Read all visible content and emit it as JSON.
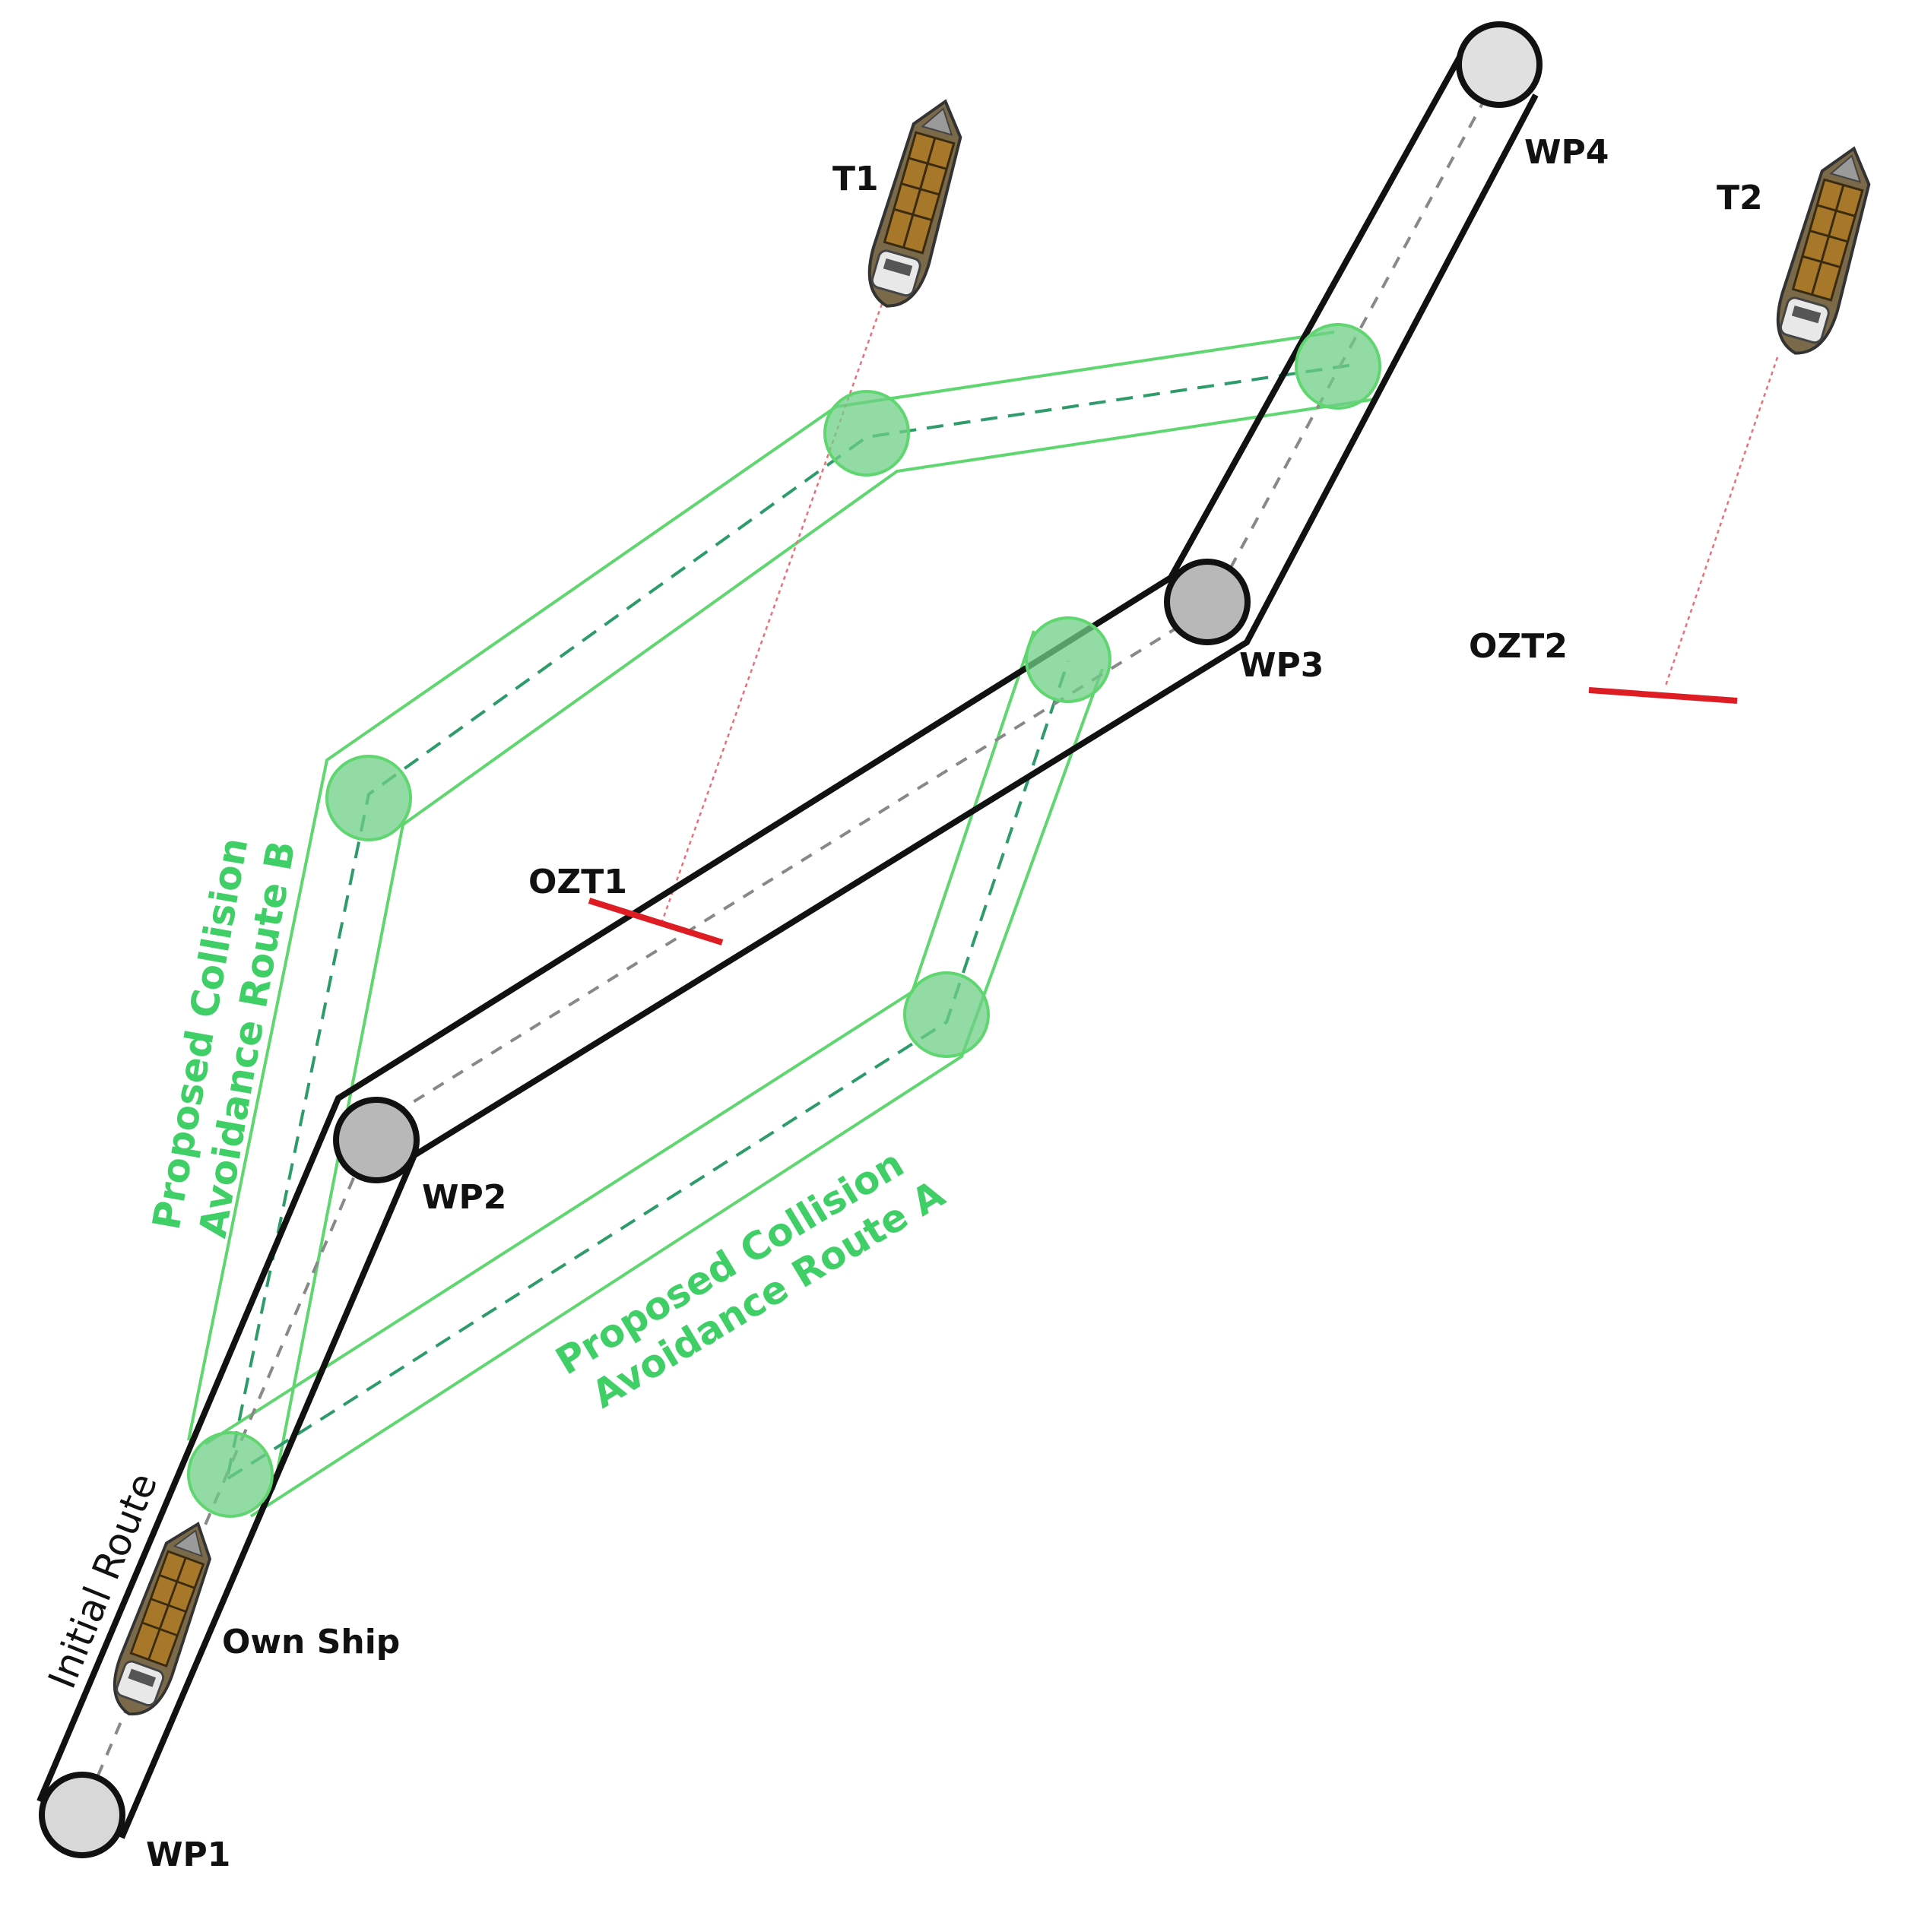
{
  "colors": {
    "initial_route": "#111111",
    "avoidance_route": "#5fd66f",
    "avoidance_fill": "#6fcf86",
    "centerline": "#888888",
    "avoidance_centerline": "#2e9c6a",
    "target_line": "#e8707a",
    "ozt_marker": "#dd1c24",
    "waypoint_fill": "#d8d8d8",
    "ship_cargo": "#a8782a",
    "own_ship_cargo": "#8a4a2a"
  },
  "waypoints": [
    {
      "id": "wp1",
      "label": "WP1"
    },
    {
      "id": "wp2",
      "label": "WP2"
    },
    {
      "id": "wp3",
      "label": "WP3"
    },
    {
      "id": "wp4",
      "label": "WP4"
    }
  ],
  "targets": [
    {
      "id": "t1",
      "label": "T1",
      "ozt_label": "OZT1",
      "icon": "cargo-ship-icon"
    },
    {
      "id": "t2",
      "label": "T2",
      "ozt_label": "OZT2",
      "icon": "cargo-ship-icon"
    }
  ],
  "own_ship": {
    "label": "Own Ship",
    "icon": "cargo-ship-icon"
  },
  "routes": {
    "initial": {
      "label": "Initial Route"
    },
    "route_a": {
      "label_line1": "Proposed Collision",
      "label_line2": "Avoidance Route A"
    },
    "route_b": {
      "label_line1": "Proposed Collision",
      "label_line2": "Avoidance Route B"
    }
  }
}
